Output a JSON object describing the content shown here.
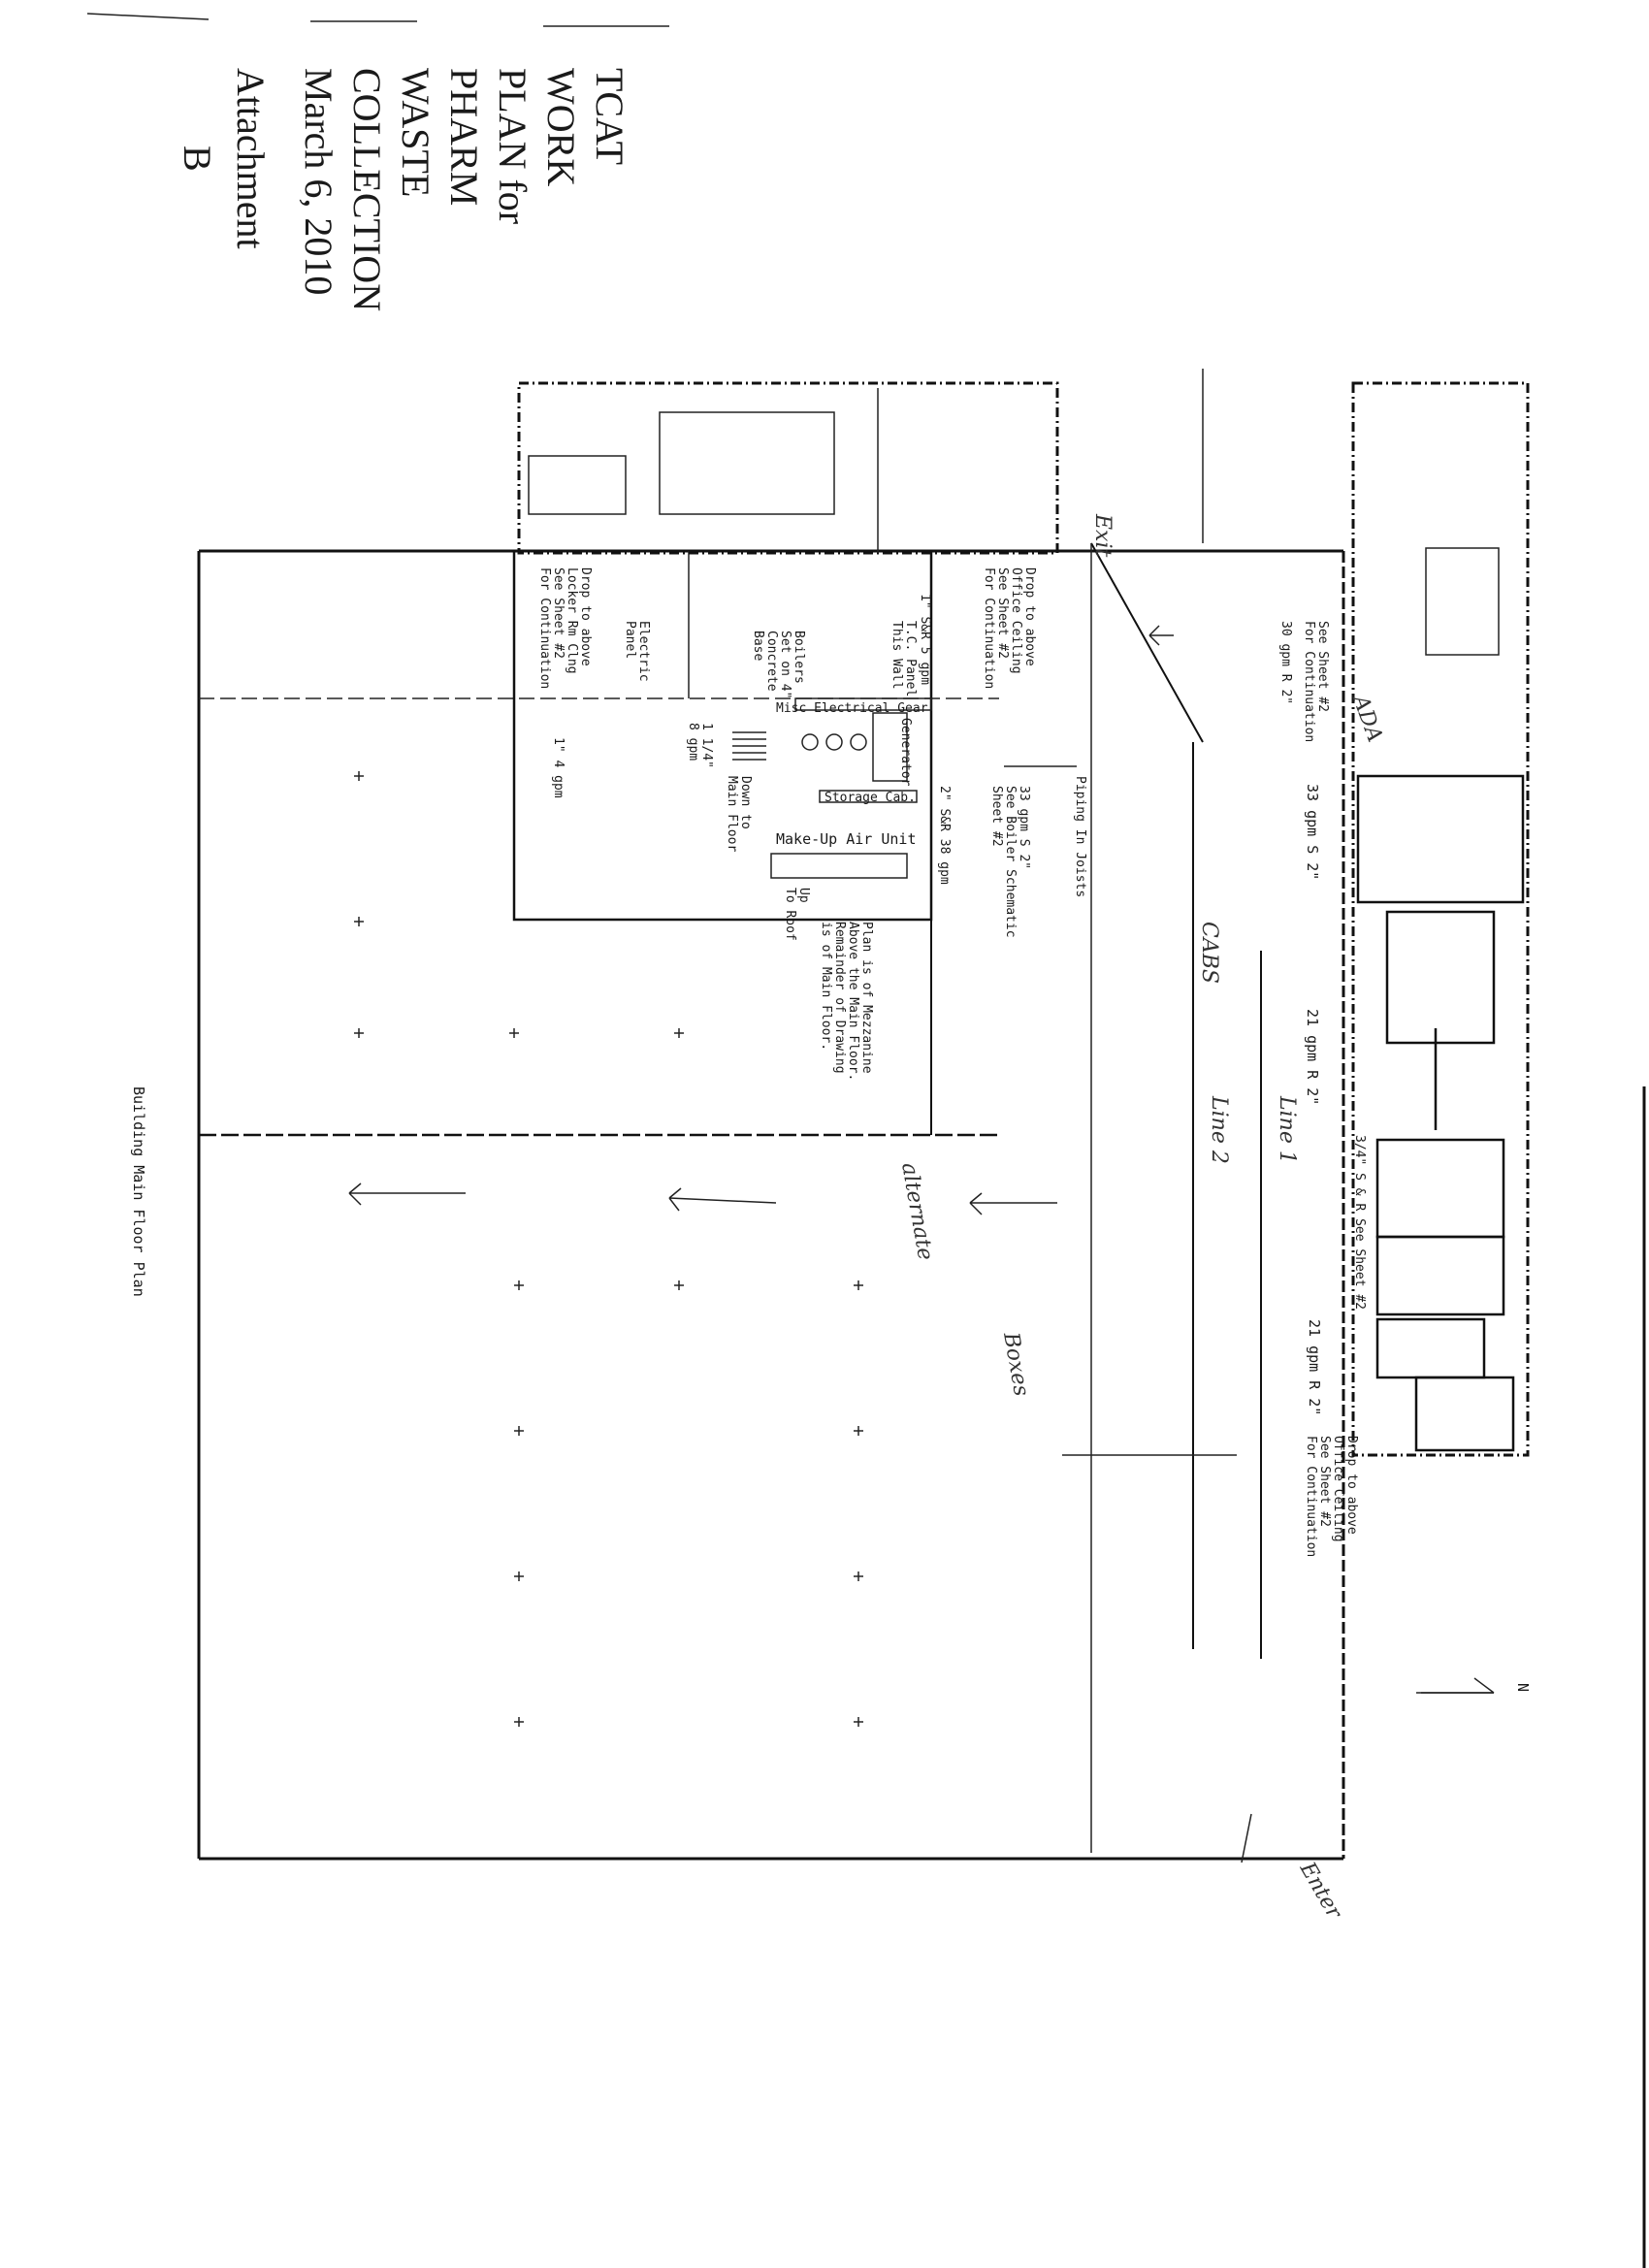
{
  "title_block": {
    "line1": "TCAT",
    "line2": "WORK",
    "line3": "PLAN for",
    "line4": "PHARM",
    "line5": "WASTE",
    "line6": "COLLECTION",
    "line7": "March 6, 2010",
    "line8": "Attachment",
    "line9": "B"
  },
  "drawing": {
    "caption": "Building Main Floor Plan",
    "north_arrow": "N",
    "notes": {
      "drop_left_1": "Drop to above",
      "drop_left_2": "Office Ceiling",
      "drop_left_3": "See Sheet #2",
      "drop_left_4": "For Continuation",
      "see_sheet_top_1": "See Sheet #2",
      "see_sheet_top_2": "For Continuation",
      "gpm30": "30 gpm R 2\"",
      "gpm33s": "33 gpm S 2\"",
      "gpm21a": "21 gpm R 2\"",
      "sr34": "3/4\" S & R  See Sheet #2",
      "gpm21b": "21 gpm R 2\"",
      "drop_right_1": "Drop to above",
      "drop_right_2": "Office Ceiling",
      "drop_right_3": "See Sheet #2",
      "drop_right_4": "For Continuation",
      "piping": "Piping In Joists",
      "gpm33_boiler_1": "33 gpm S 2\"",
      "gpm33_boiler_2": "See Boiler Schematic",
      "gpm33_boiler_3": "Sheet #2",
      "sr38": "2\" S&R 38 gpm",
      "sr5": "1\" S&R 5 gpm",
      "tc_panel_1": "T.C. Panel",
      "tc_panel_2": "This Wall",
      "boilers_1": "Boilers",
      "boilers_2": "Set on 4\"",
      "boilers_3": "Concrete",
      "boilers_4": "Base",
      "misc_elec": "Misc Electrical Gear",
      "generator": "Generator",
      "storage": "Storage Cab.",
      "makeup": "Make-Up Air Unit",
      "up_roof_1": "Up",
      "up_roof_2": "To Roof",
      "down_main_1": "Down to",
      "down_main_2": "Main Floor",
      "gpm8_1": "1 1/4\"",
      "gpm8_2": "8 gpm",
      "gpm4": "1\"  4 gpm",
      "elec_panel_1": "Electric",
      "elec_panel_2": "Panel",
      "drop_locker_1": "Drop to above",
      "drop_locker_2": "Locker Rm Clng",
      "drop_locker_3": "See Sheet #2",
      "drop_locker_4": "For Continuation",
      "mezz_1": "Plan is of Mezzanine",
      "mezz_2": "Above the Main Floor.",
      "mezz_3": "Remainder of Drawing",
      "mezz_4": "is of Main Floor."
    },
    "handwriting": {
      "exit": "Exit",
      "enter": "Enter",
      "cabs": "CABS",
      "boxes": "Boxes",
      "line1": "Line 1",
      "line2": "Line 2",
      "alternate": "alternate",
      "ada": "ADA"
    }
  }
}
